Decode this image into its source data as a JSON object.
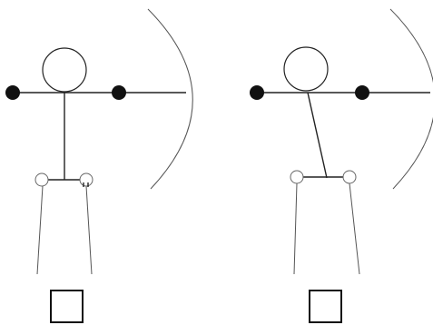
{
  "figures": [
    {
      "id": "left",
      "spine_orientation": "vertical",
      "checkbox_checked": false
    },
    {
      "id": "right",
      "spine_orientation": "tilted",
      "checkbox_checked": false
    }
  ],
  "colors": {
    "background": "#ffffff",
    "stroke": "#222222",
    "dot_fill": "#111111",
    "arc_stroke": "#555555"
  }
}
